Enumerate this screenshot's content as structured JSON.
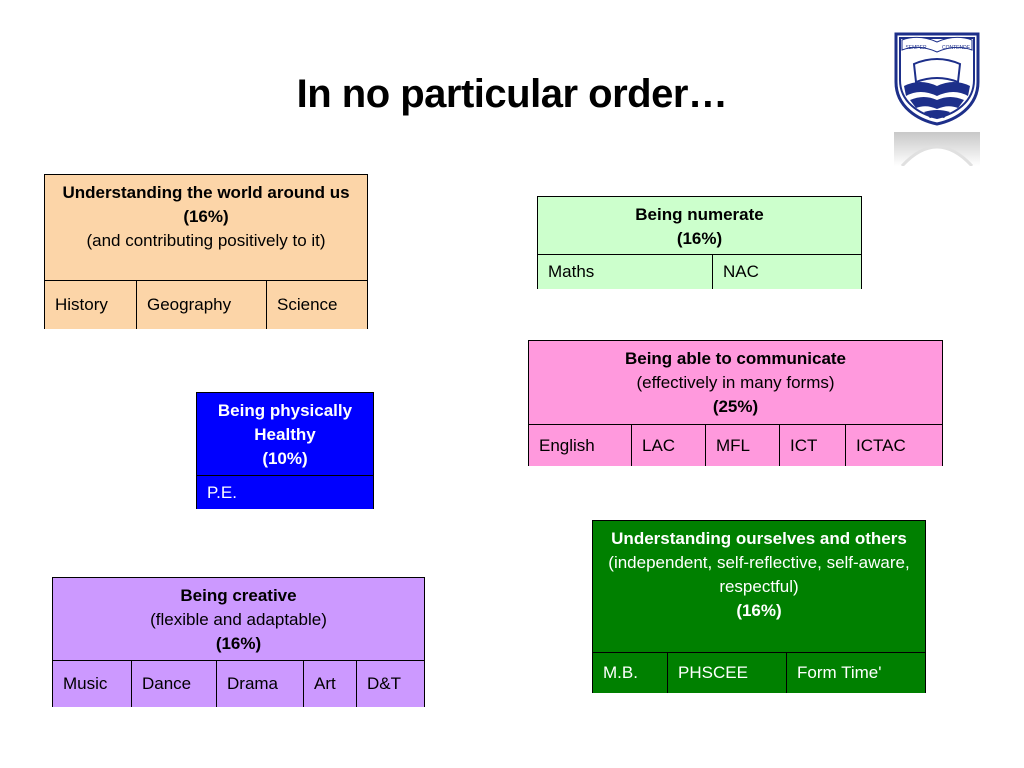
{
  "title": "In no particular order…",
  "colors": {
    "world": "#fcd5a8",
    "numerate": "#ccffcc",
    "communicate": "#ff99dd",
    "physical": "#0000ff",
    "creative": "#cc99ff",
    "ourselves": "#008000"
  },
  "crest": {
    "banner_left": "SEMPER",
    "banner_right": "CONTENDE",
    "icon": "school-crest-icon"
  },
  "world": {
    "heading": "Understanding the world around us",
    "percent": "(16%)",
    "sub": "(and contributing positively to it)",
    "subjects": [
      "History",
      "Geography",
      "Science"
    ]
  },
  "numerate": {
    "heading": "Being numerate",
    "percent": "(16%)",
    "subjects": [
      "Maths",
      "NAC"
    ]
  },
  "communicate": {
    "heading": "Being able to communicate",
    "sub": "(effectively in many forms)",
    "percent": "(25%)",
    "subjects": [
      "English",
      "LAC",
      "MFL",
      "ICT",
      "ICTAC"
    ]
  },
  "physical": {
    "heading": "Being physically Healthy",
    "percent": "(10%)",
    "subjects": [
      "P.E."
    ]
  },
  "creative": {
    "heading": "Being creative",
    "sub": "(flexible and adaptable)",
    "percent": "(16%)",
    "subjects": [
      "Music",
      "Dance",
      "Drama",
      "Art",
      "D&T"
    ]
  },
  "ourselves": {
    "heading": "Understanding ourselves and others",
    "sub": "(independent, self-reflective, self-aware, respectful)",
    "percent": "(16%)",
    "subjects": [
      "M.B.",
      "PHSCEE",
      "Form Time'"
    ]
  }
}
